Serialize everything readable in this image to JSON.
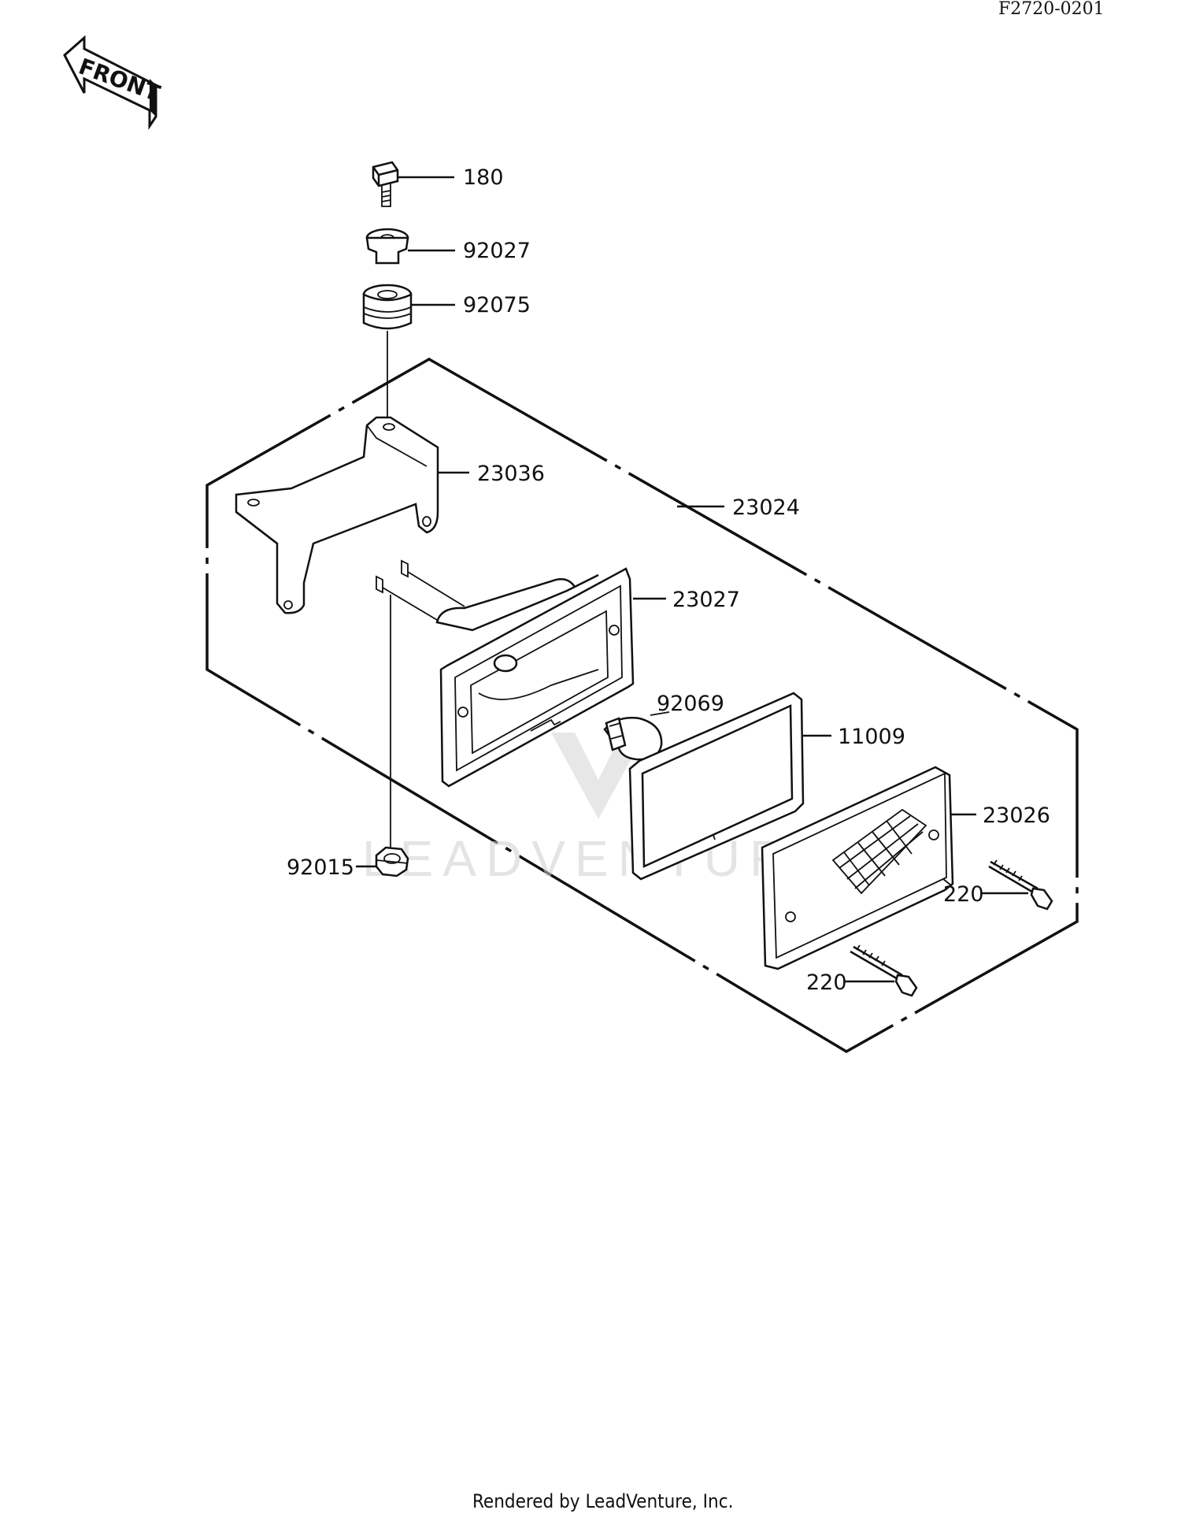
{
  "diagram_code": "F2720-0201",
  "front_arrow_label": "FRONT",
  "watermark": "LEADVENTURE",
  "footer": "Rendered by LeadVenture, Inc.",
  "parts": {
    "p180": "180",
    "p92027": "92027",
    "p92075": "92075",
    "p23036": "23036",
    "p23024": "23024",
    "p23027": "23027",
    "p92069": "92069",
    "p11009": "11009",
    "p23026": "23026",
    "p220a": "220",
    "p220b": "220",
    "p92015": "92015"
  }
}
